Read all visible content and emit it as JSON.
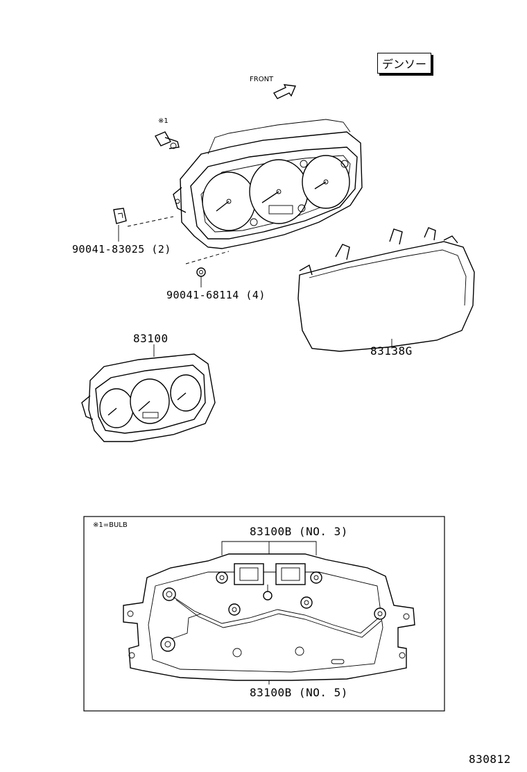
{
  "brand": "デンソー",
  "front_label": "FRONT",
  "note_ref": "※1",
  "parts": {
    "screw": "90041-83025 (2)",
    "nut": "90041-68114 (4)",
    "meter_assy": "83100",
    "cover": "83138G",
    "circuit_no3": "83100B (NO. 3)",
    "circuit_no5": "83100B (NO. 5)"
  },
  "detail_box_note": "※1=BULB",
  "figure_number": "830812"
}
